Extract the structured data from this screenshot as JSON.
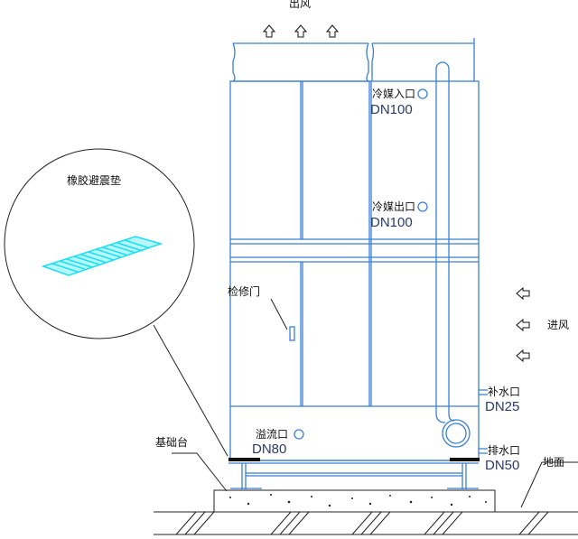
{
  "labels": {
    "air_out": "出风",
    "air_in": "进风",
    "refrigerant_in": "冷媒入口",
    "refrigerant_in_size": "DN100",
    "refrigerant_out": "冷媒出口",
    "refrigerant_out_size": "DN100",
    "access_door": "检修门",
    "makeup_water": "补水口",
    "makeup_water_size": "DN25",
    "overflow": "溢流口",
    "overflow_size": "DN80",
    "drain": "排水口",
    "drain_size": "DN50",
    "foundation": "基础台",
    "ground": "地面",
    "rubber_pad": "橡胶避震垫"
  },
  "colors": {
    "frame": "#3a7fd5",
    "pad": "#19e0f0",
    "text": "#111111"
  }
}
